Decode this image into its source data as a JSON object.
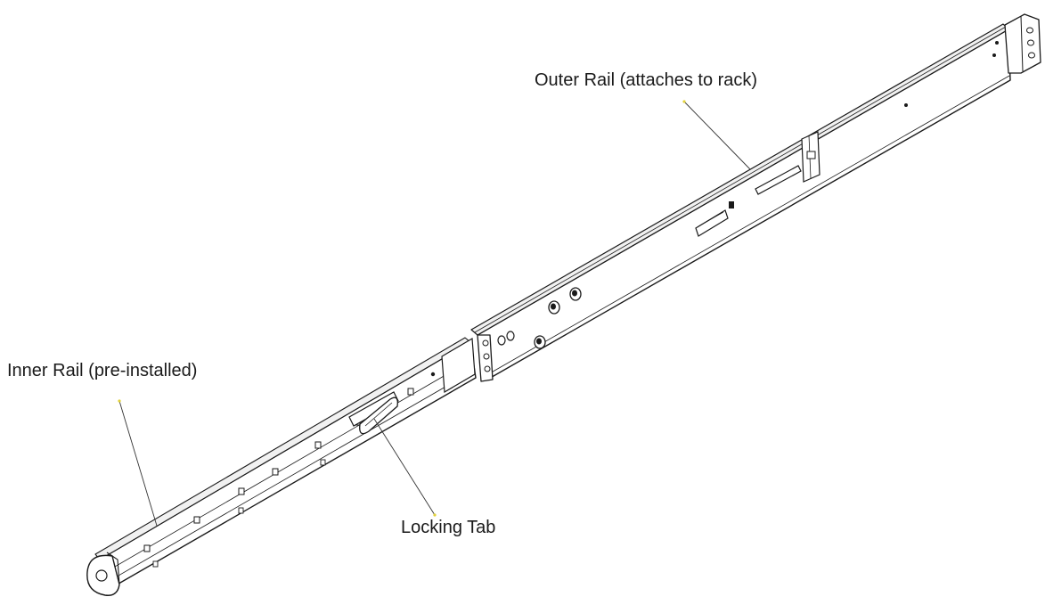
{
  "labels": {
    "outer_rail": "Outer Rail (attaches to rack)",
    "inner_rail": "Inner Rail (pre-installed)",
    "locking_tab": "Locking Tab"
  },
  "colors": {
    "line": "#1a1a1a",
    "fill": "#ffffff",
    "shade": "#f1f1f1",
    "leader": "#333333",
    "leader_dot": "#e2d23a"
  }
}
